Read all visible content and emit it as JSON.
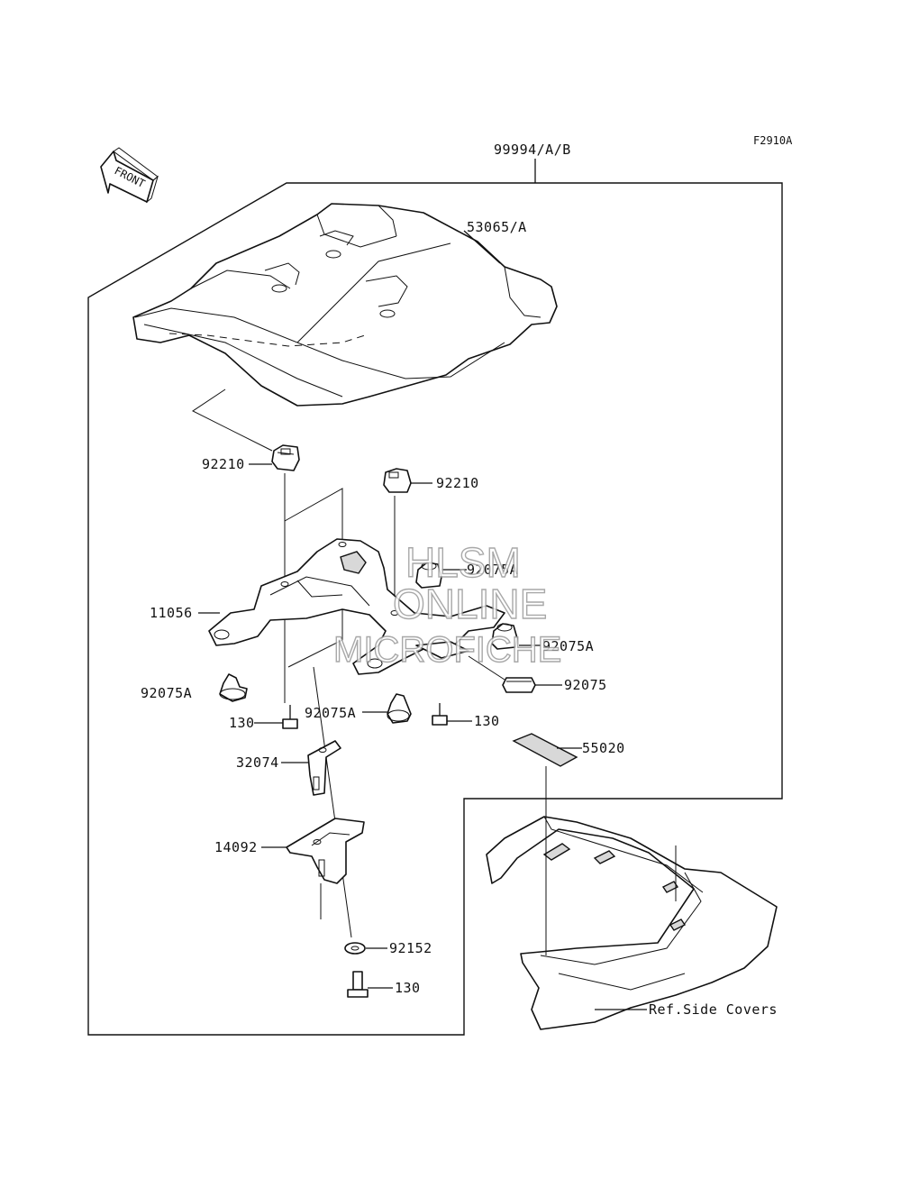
{
  "figure_code": "F2910A",
  "front_label": "FRONT",
  "watermark": [
    "HLSM",
    "ONLINE",
    "MICROFICHE"
  ],
  "labels": {
    "kit": "99994/A/B",
    "cover": "53065/A",
    "nut_left": "92210",
    "nut_right": "92210",
    "bracket": "11056",
    "damper_top": "92075A",
    "damper_right": "92075A",
    "damper_pad": "92075",
    "damper_left": "92075A",
    "damper_mid": "92075A",
    "bolt_left": "130",
    "bolt_right": "130",
    "sticker": "55020",
    "plate": "32074",
    "holder": "14092",
    "washer": "92152",
    "bolt_bottom": "130",
    "ref": "Ref.Side Covers"
  }
}
